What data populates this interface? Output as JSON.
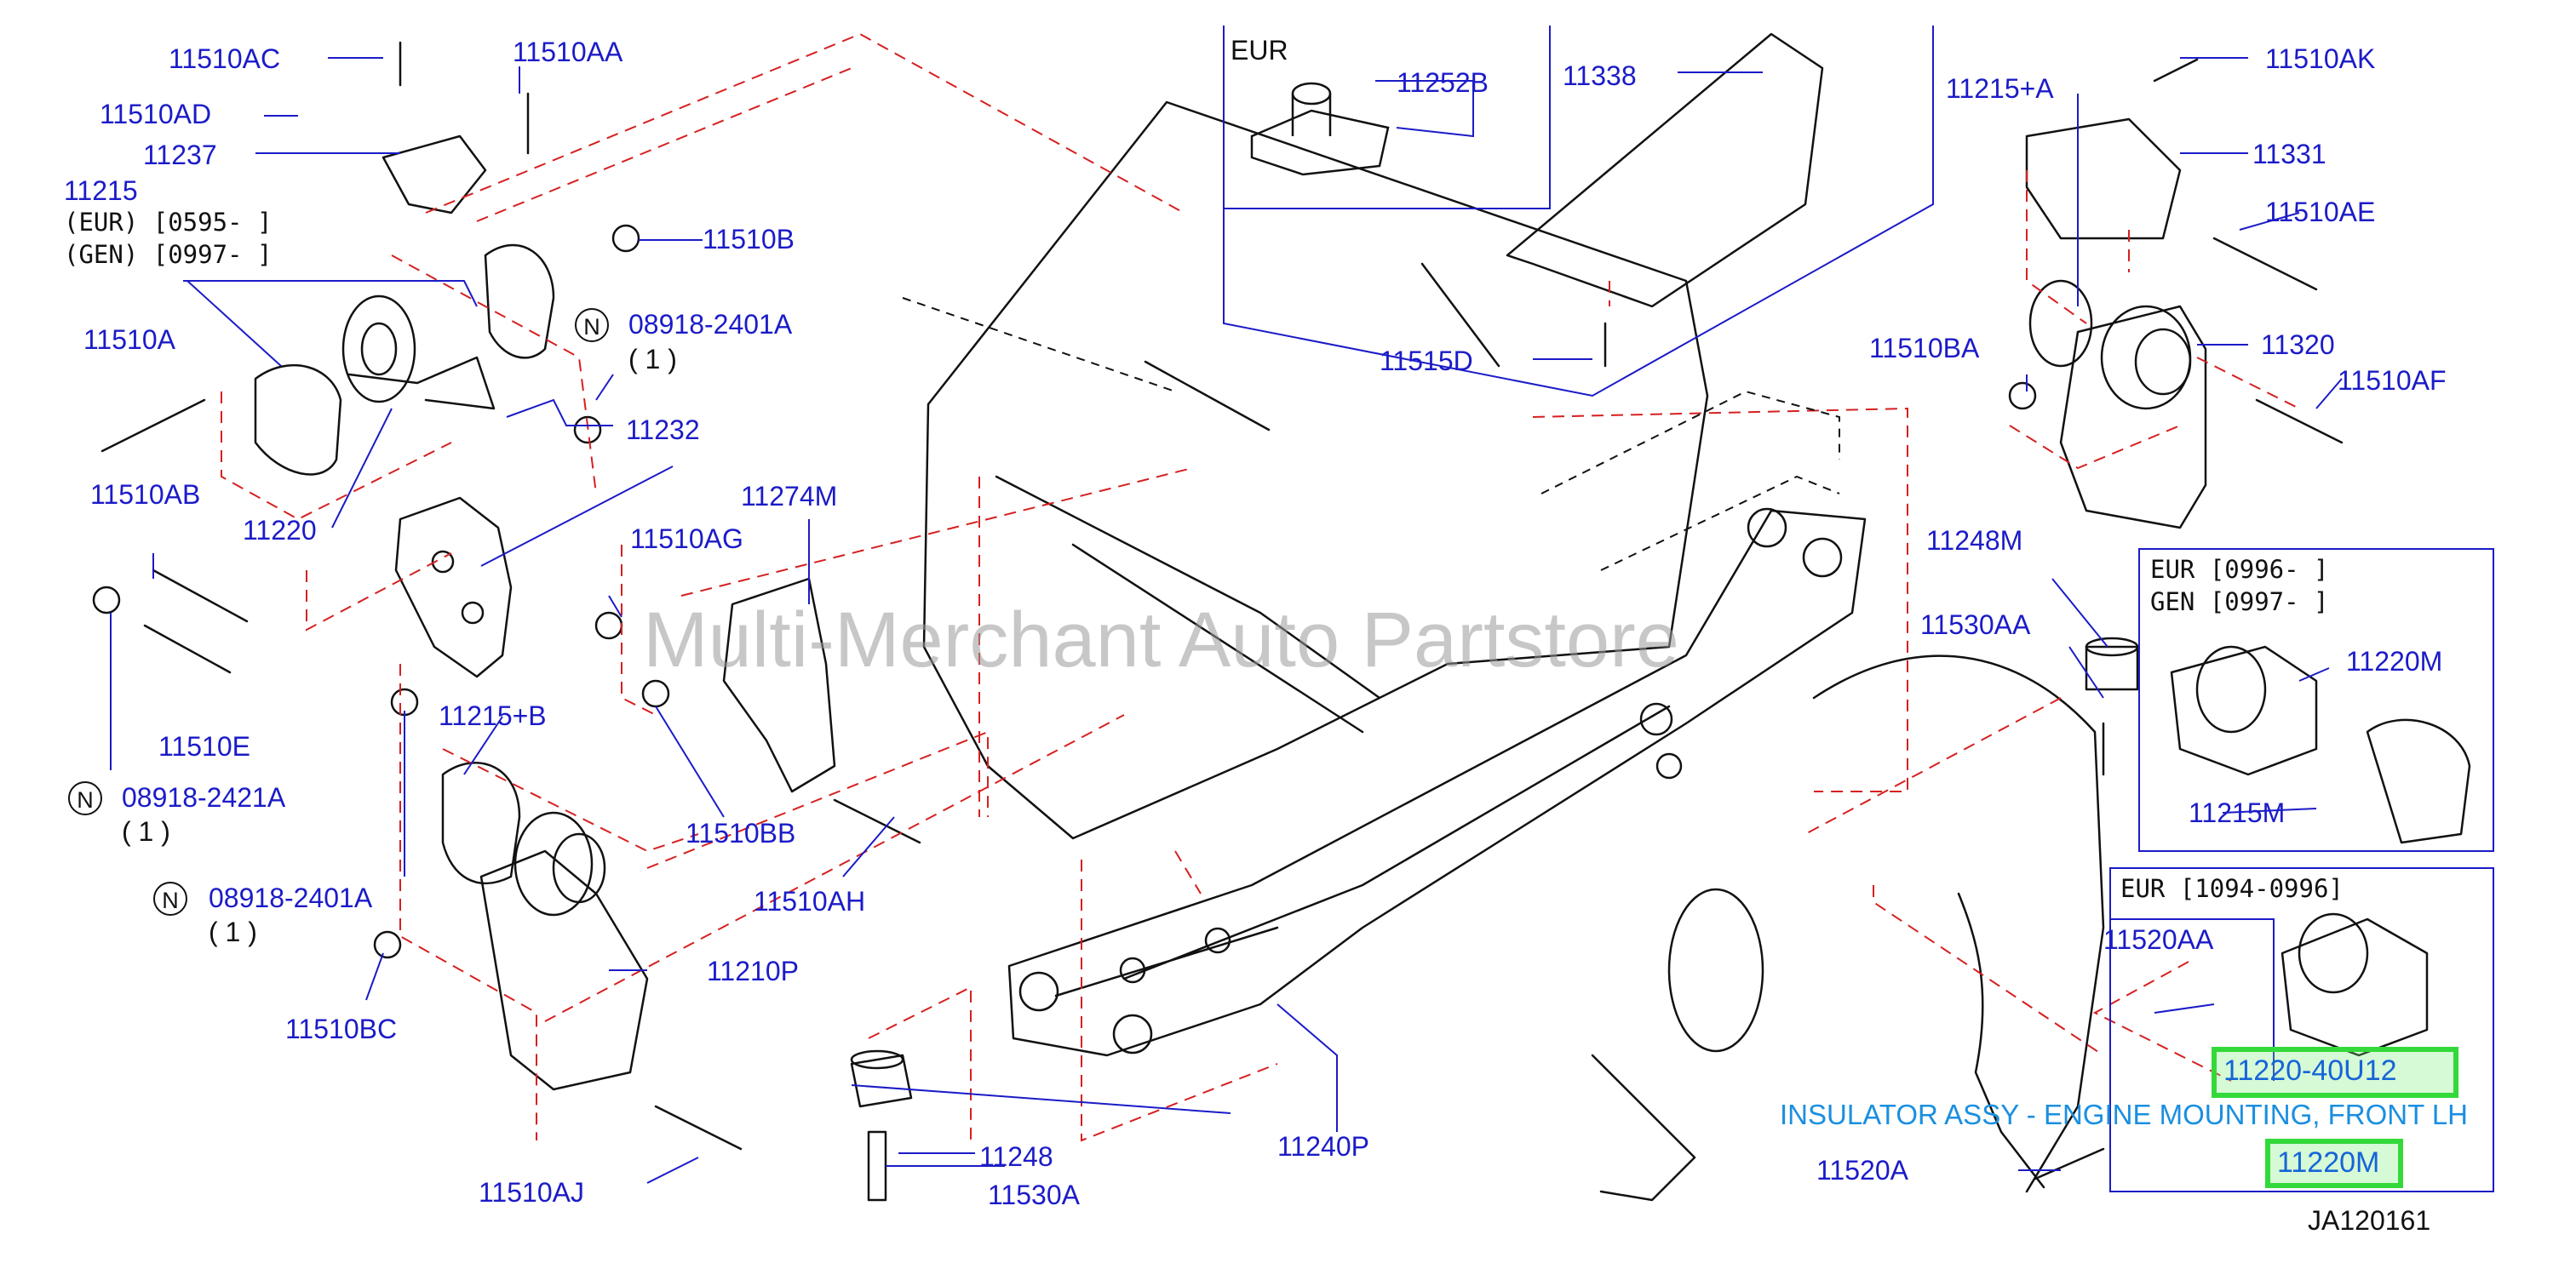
{
  "diagram": {
    "watermark": "Multi-Merchant Auto Partstore",
    "figure_id": "JA120161",
    "tooltip": "INSULATOR ASSY - ENGINE MOUNTING, FRONT LH",
    "highlighted_part": "11220-40U12",
    "highlighted_ref": "11220M",
    "left_bracket_block": {
      "part": "11215",
      "row1": "(EUR)  [0595-          ]",
      "row2": "(GEN)  [0997-          ]"
    },
    "eur_box_top": {
      "header": "EUR",
      "part": "11252B"
    },
    "eur_gen_box": {
      "row1": "EUR  [0996-          ]",
      "row2": "GEN  [0997-          ]",
      "part_a": "11220M",
      "part_b": "11215M"
    },
    "eur_box_bottom": {
      "header": "EUR  [1094-0996]"
    },
    "qty": "( 1 )",
    "n_symbol": "N",
    "callouts": {
      "p11510AC": "11510AC",
      "p11510AA": "11510AA",
      "p11510AD": "11510AD",
      "p11237": "11237",
      "p11510B": "11510B",
      "p08918_2401A_top": "08918-2401A",
      "p11510A": "11510A",
      "p11232": "11232",
      "p11220": "11220",
      "p11510AB": "11510AB",
      "p11510E": "11510E",
      "p08918_2421A": "08918-2421A",
      "p08918_2401A_bottom": "08918-2401A",
      "p11510BC": "11510BC",
      "p11215B": "11215+B",
      "p11210P": "11210P",
      "p11274M": "11274M",
      "p11510AG": "11510AG",
      "p11510BB": "11510BB",
      "p11510AH": "11510AH",
      "p11510AJ": "11510AJ",
      "p11338": "11338",
      "p11515D": "11515D",
      "p11248": "11248",
      "p11530A": "11530A",
      "p11240P": "11240P",
      "p11215A": "11215+A",
      "p11510AK": "11510AK",
      "p11331": "11331",
      "p11510AE": "11510AE",
      "p11510BA": "11510BA",
      "p11320": "11320",
      "p11510AF": "11510AF",
      "p11248M": "11248M",
      "p11530AA": "11530AA",
      "p11520AA": "11520AA",
      "p11520A": "11520A"
    }
  }
}
